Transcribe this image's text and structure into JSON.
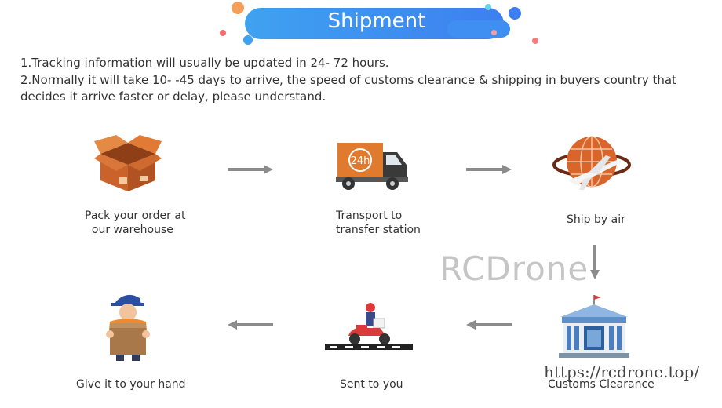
{
  "header": {
    "title": "Shipment"
  },
  "notes": {
    "line1": "1.Tracking information will usually be updated in 24- 72 hours.",
    "line2": "2.Normally it will take 10- -45 days to arrive, the speed of customs clearance & shipping in buyers country that decides it arrive faster or delay, please understand."
  },
  "steps": [
    {
      "label": "Pack your order at\n  our warehouse",
      "icon": "package-box-icon"
    },
    {
      "label": "Transport to\ntransfer station",
      "icon": "delivery-truck-icon",
      "badge": "24h"
    },
    {
      "label": "Ship by air",
      "icon": "airplane-globe-icon"
    },
    {
      "label": "Customs Clearance",
      "icon": "customs-building-icon"
    },
    {
      "label": "Sent to you",
      "icon": "scooter-courier-icon"
    },
    {
      "label": "Give it to your hand",
      "icon": "courier-holding-box-icon"
    }
  ],
  "watermark": "RCDrone",
  "url": "https://rcdrone.top/",
  "colors": {
    "banner_blue": "#3d8ff0",
    "box_orange": "#d9773a",
    "truck_orange": "#e07a2e",
    "globe_orange": "#d9652a",
    "arrow_gray": "#8c8c8c"
  }
}
